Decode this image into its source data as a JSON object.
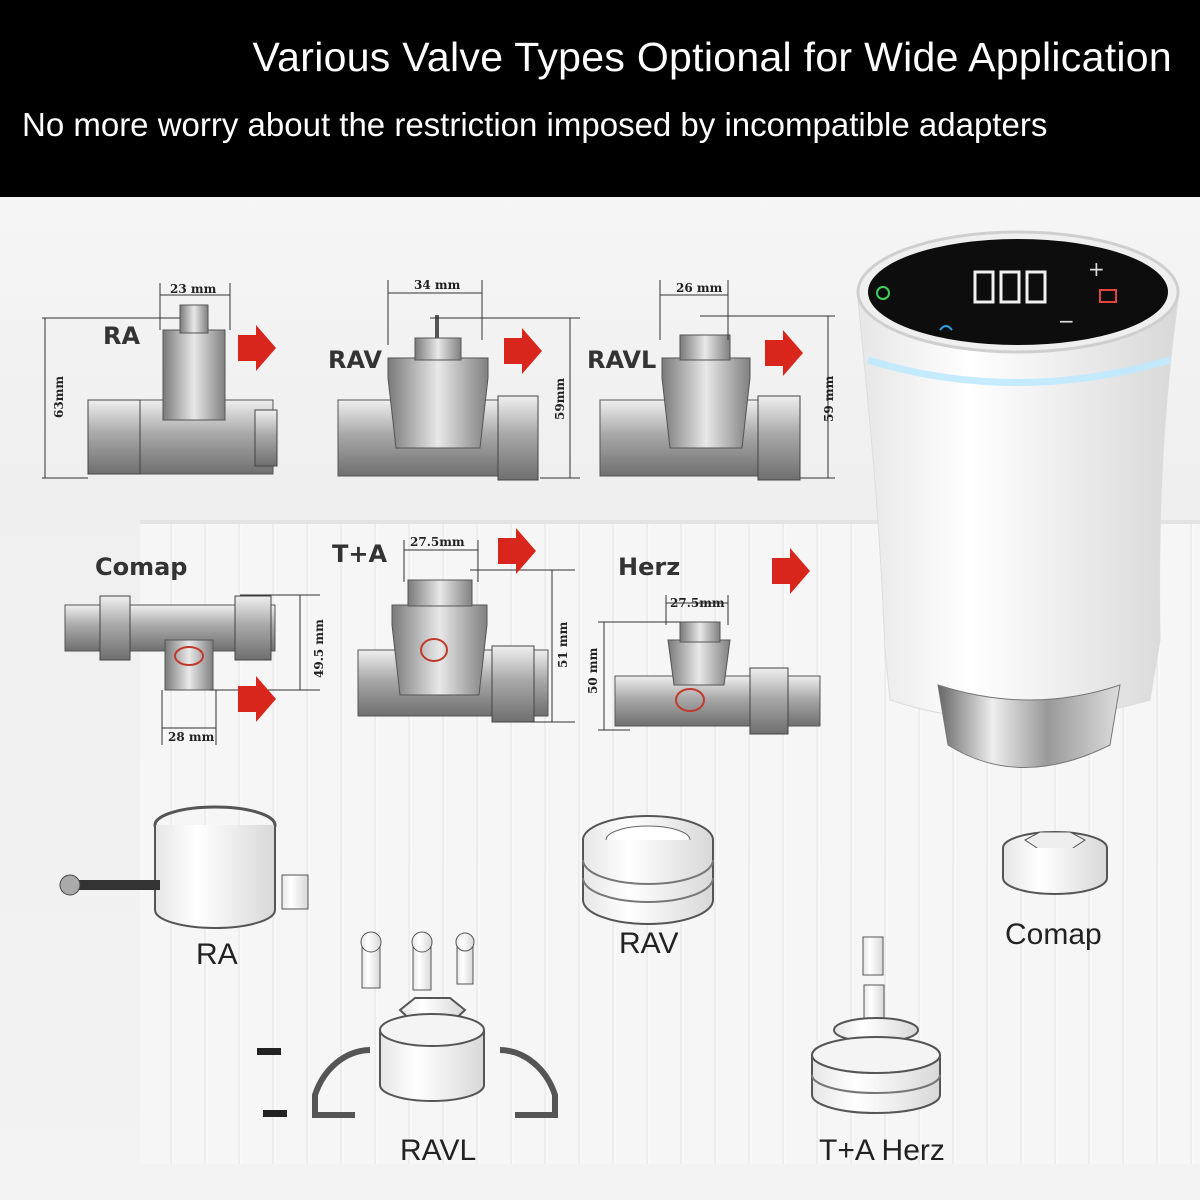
{
  "header": {
    "title": "Various Valve Types Optional for Wide Application",
    "subtitle": "No more worry about the restriction imposed by incompatible adapters"
  },
  "valves": [
    {
      "name": "RA",
      "width": "23 mm",
      "height": "63mm"
    },
    {
      "name": "RAV",
      "width": "34 mm",
      "height": "59mm"
    },
    {
      "name": "RAVL",
      "width": "26 mm",
      "height": "59 mm"
    },
    {
      "name": "Comap",
      "width": "28 mm",
      "height": "49.5 mm"
    },
    {
      "name": "T+A",
      "width": "27.5mm",
      "height": "51 mm"
    },
    {
      "name": "Herz",
      "width": "27.5mm",
      "height": "50 mm"
    }
  ],
  "adapters": [
    "RA",
    "RAV",
    "Comap",
    "RAVL",
    "T+A Herz"
  ],
  "colors": {
    "header_bg": "#000000",
    "arrow": "#d9261c",
    "metal": "#b9b9b9",
    "screen": "#0d0d0d",
    "ring_glow": "#bfe9ff"
  }
}
